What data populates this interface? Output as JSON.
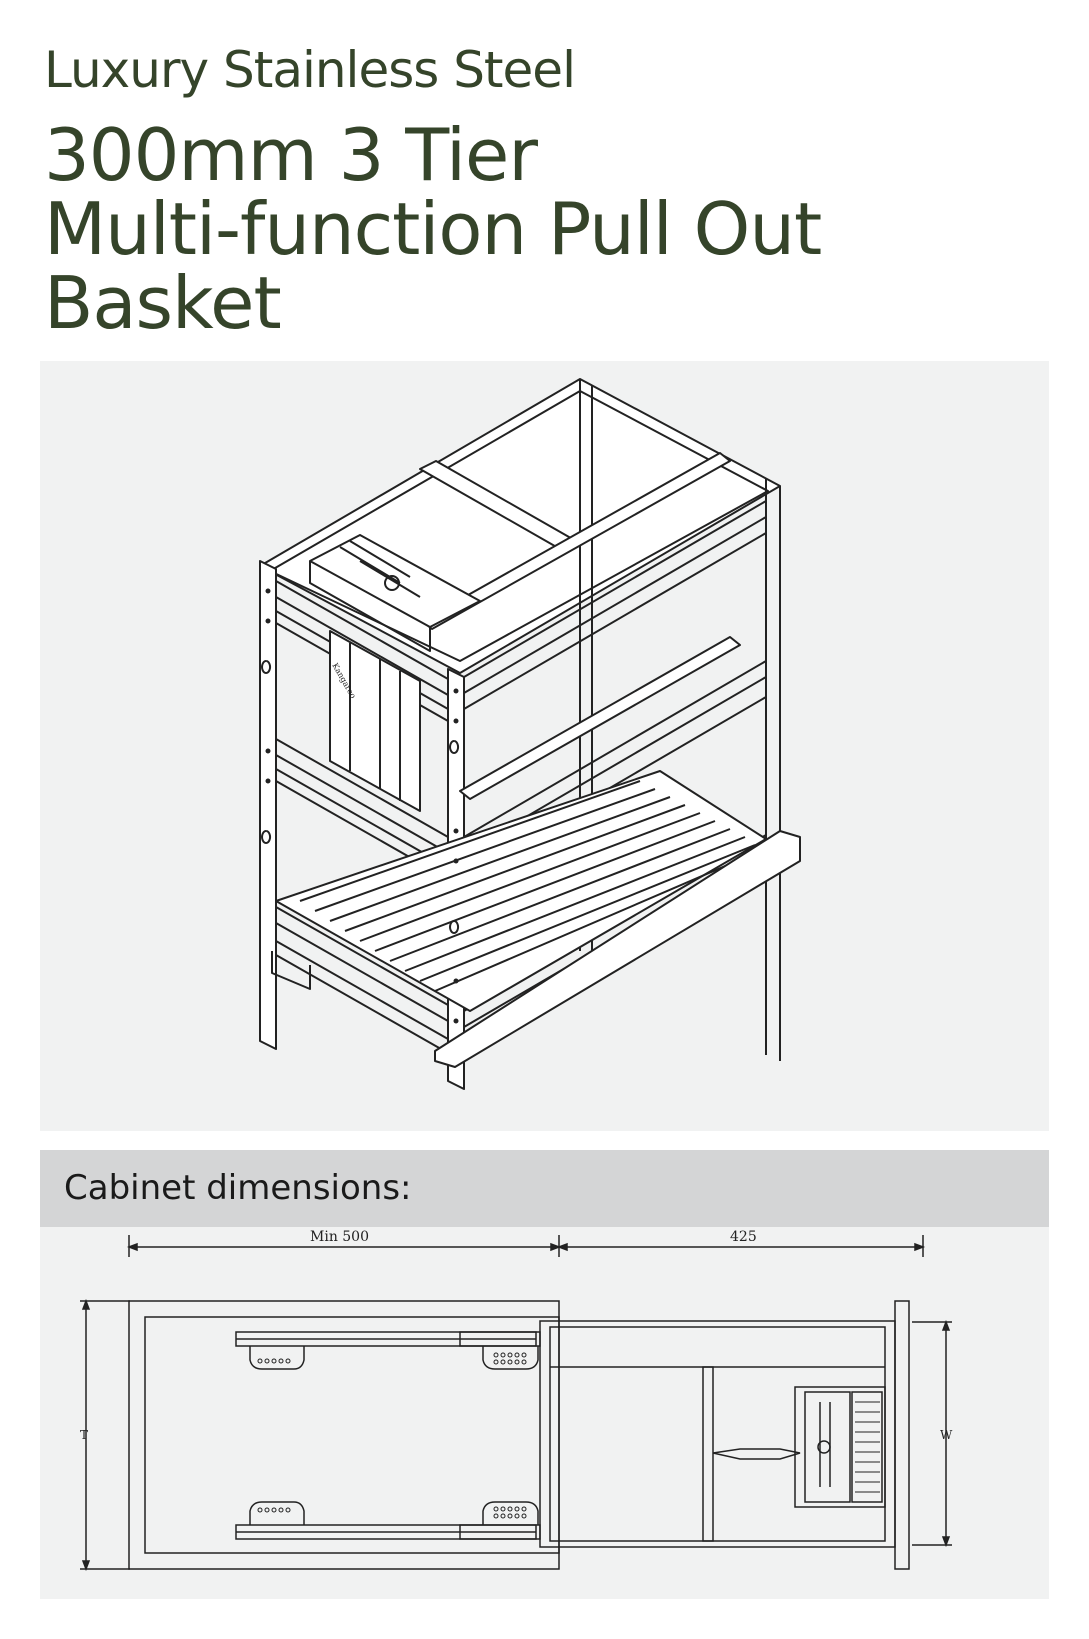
{
  "header": {
    "subtitle": "Luxury Stainless Steel",
    "title_lines": [
      "300mm 3 Tier",
      "Multi-function Pull Out",
      "Basket"
    ]
  },
  "product": {
    "brand_label": "Kangaroo"
  },
  "dimensions": {
    "heading": "Cabinet dimensions:",
    "min_label": "Min  500",
    "extension_label": "425",
    "depth_label": "T",
    "width_label": "W"
  },
  "colors": {
    "title": "#35442a",
    "panel_bg": "#f1f2f2",
    "header_bg": "#d4d5d6",
    "line": "#222222"
  }
}
